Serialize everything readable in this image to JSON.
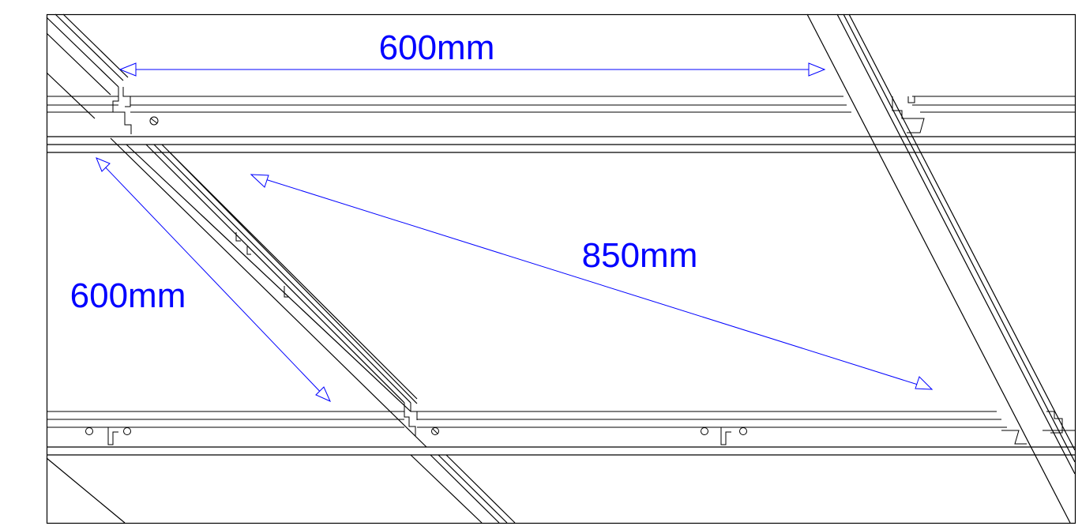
{
  "colors": {
    "dimension": "#0000ff",
    "line": "#000000",
    "background": "#ffffff"
  },
  "dimensions": {
    "top_width": "600mm",
    "side_width": "600mm",
    "diagonal": "850mm"
  }
}
